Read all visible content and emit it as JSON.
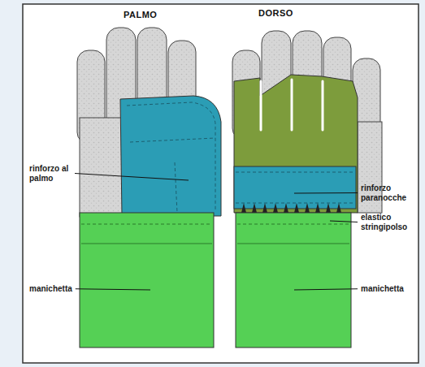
{
  "diagram": {
    "labels": [
      "PALMO",
      "DORSO",
      "rinforzo al palmo",
      "rinforzo paranocche",
      "elastico stringipolso",
      "manichetta",
      "manichetta"
    ]
  }
}
